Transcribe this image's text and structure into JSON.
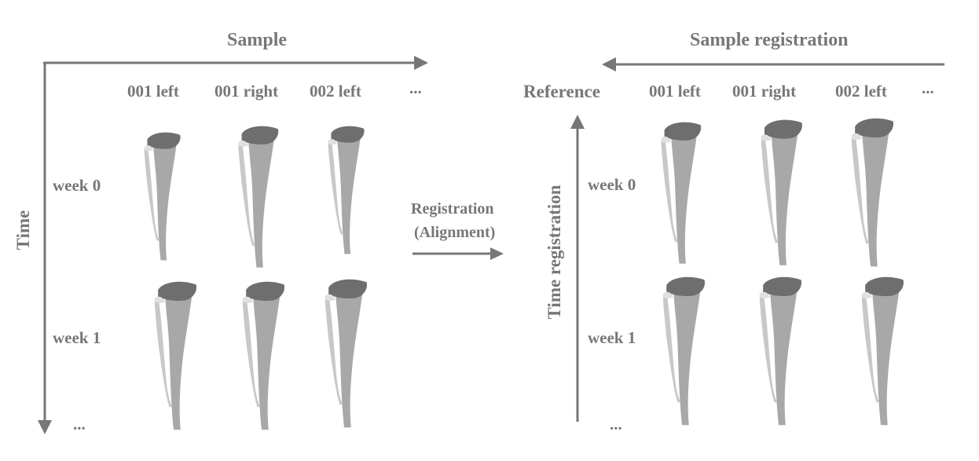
{
  "left_panel": {
    "sample_axis_label": "Sample",
    "time_axis_label": "Time",
    "columns": [
      "001 left",
      "001 right",
      "002 left"
    ],
    "column_ellipsis": "...",
    "rows": [
      "week 0",
      "week 1"
    ],
    "row_ellipsis": "..."
  },
  "middle": {
    "registration_line1": "Registration",
    "registration_line2": "(Alignment)"
  },
  "right_panel": {
    "sample_axis_label": "Sample registration",
    "time_axis_label": "Time registration",
    "reference_label": "Reference",
    "columns": [
      "001 left",
      "001 right",
      "002 left"
    ],
    "column_ellipsis": "...",
    "rows": [
      "week 0",
      "week 1"
    ],
    "row_ellipsis": "..."
  },
  "colors": {
    "arrow": "#777777",
    "text": "#777777",
    "bone_light": "#b5b5b5",
    "bone_dark": "#6a6a6a"
  },
  "icons": {
    "bone_image": "tibia-fibula-bone-icon"
  }
}
